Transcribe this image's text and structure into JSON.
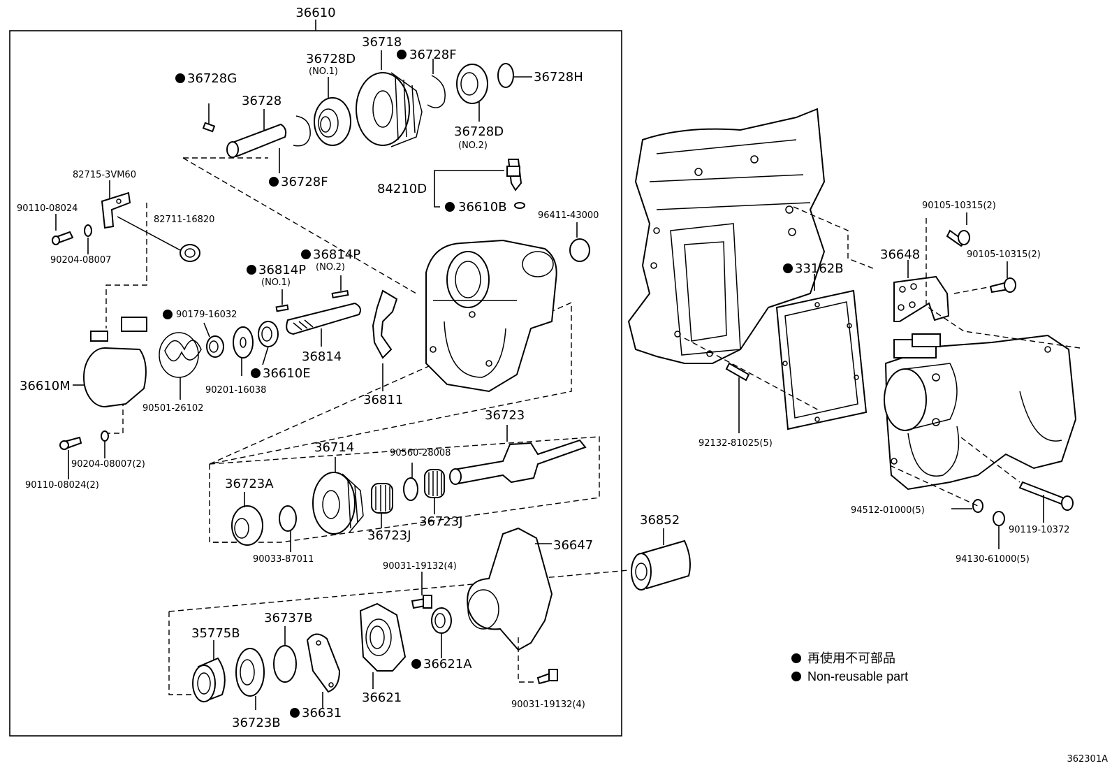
{
  "labels": {
    "assembly": "36610",
    "p36728G": "36728G",
    "p36728": "36728",
    "p36728D_top": "36728D",
    "no1_top": "(NO.1)",
    "p36718": "36718",
    "p36728F_top": "36728F",
    "p36728H": "36728H",
    "p36728D_bot": "36728D",
    "no2_bot": "(NO.2)",
    "p36728F_bot": "36728F",
    "p82715": "82715-3VM60",
    "p90110a": "90110-08024",
    "p82711": "82711-16820",
    "p90204a": "90204-08007",
    "p84210D": "84210D",
    "p36610B": "36610B",
    "p96411": "96411-43000",
    "p36814P_a": "36814P",
    "no2_p": "(NO.2)",
    "p36814P_b": "36814P",
    "no1_p": "(NO.1)",
    "p90179": "90179-16032",
    "p36814": "36814",
    "p36610E": "36610E",
    "p90201": "90201-16038",
    "p36610M": "36610M",
    "p90501": "90501-26102",
    "p36811": "36811",
    "p90204b": "90204-08007(2)",
    "p90110b": "90110-08024(2)",
    "p36723": "36723",
    "p36714": "36714",
    "p90560": "90560-28008",
    "p36723A": "36723A",
    "p36723J_a": "36723J",
    "p36723J_b": "36723J",
    "p90033": "90033-87011",
    "p36647": "36647",
    "p36852": "36852",
    "p90031a": "90031-19132(4)",
    "p36737B": "36737B",
    "p35775B": "35775B",
    "p36621A": "36621A",
    "p36621": "36621",
    "p36723B": "36723B",
    "p36631": "36631",
    "p90031b": "90031-19132(4)",
    "p90105a": "90105-10315(2)",
    "p36648": "36648",
    "p90105b": "90105-10315(2)",
    "p33162B": "33162B",
    "p92132": "92132-81025(5)",
    "p94512": "94512-01000(5)",
    "p90119": "90119-10372",
    "p94130": "94130-61000(5)"
  },
  "legend": {
    "line1": "再使用不可部品",
    "line2": "Non-reusable part"
  },
  "figure_code": "362301A"
}
